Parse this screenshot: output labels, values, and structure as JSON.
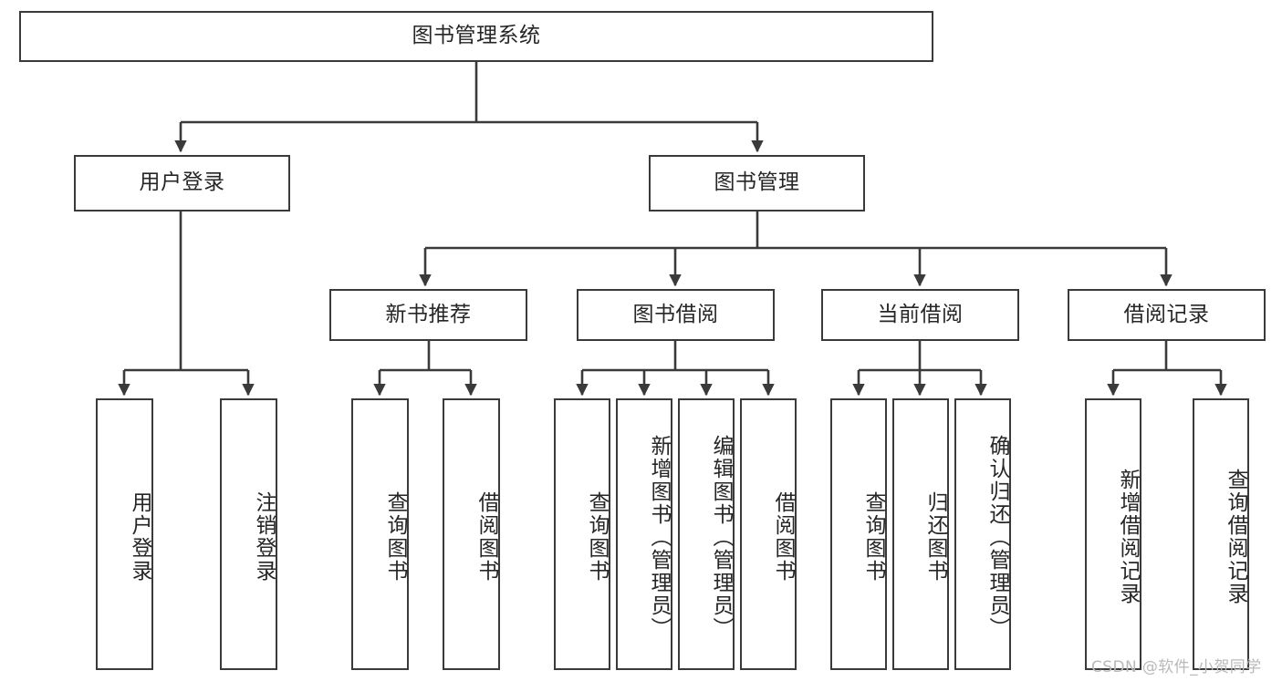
{
  "diagram": {
    "title": "图书管理系统",
    "type": "tree",
    "root": {
      "label": "图书管理系统"
    },
    "level2": [
      {
        "label": "用户登录"
      },
      {
        "label": "图书管理"
      }
    ],
    "level3": [
      {
        "label": "新书推荐"
      },
      {
        "label": "图书借阅"
      },
      {
        "label": "当前借阅"
      },
      {
        "label": "借阅记录"
      }
    ],
    "leaves_user_login": [
      {
        "label": "用户登录"
      },
      {
        "label": "注销登录"
      }
    ],
    "leaves_new_book": [
      {
        "label": "查询图书"
      },
      {
        "label": "借阅图书"
      }
    ],
    "leaves_borrow": [
      {
        "label": "查询图书"
      },
      {
        "label": "新增图书（管理员）"
      },
      {
        "label": "编辑图书（管理员）"
      },
      {
        "label": "借阅图书"
      }
    ],
    "leaves_current": [
      {
        "label": "查询图书"
      },
      {
        "label": "归还图书"
      },
      {
        "label": "确认归还（管理员）"
      }
    ],
    "leaves_records": [
      {
        "label": "新增借阅记录"
      },
      {
        "label": "查询借阅记录"
      }
    ]
  },
  "watermark": {
    "text": "CSDN @软件_小贺同学"
  },
  "colors": {
    "border": "#3a3a3a",
    "text": "#262626",
    "background": "#ffffff",
    "watermark": "#b9b9b9"
  }
}
